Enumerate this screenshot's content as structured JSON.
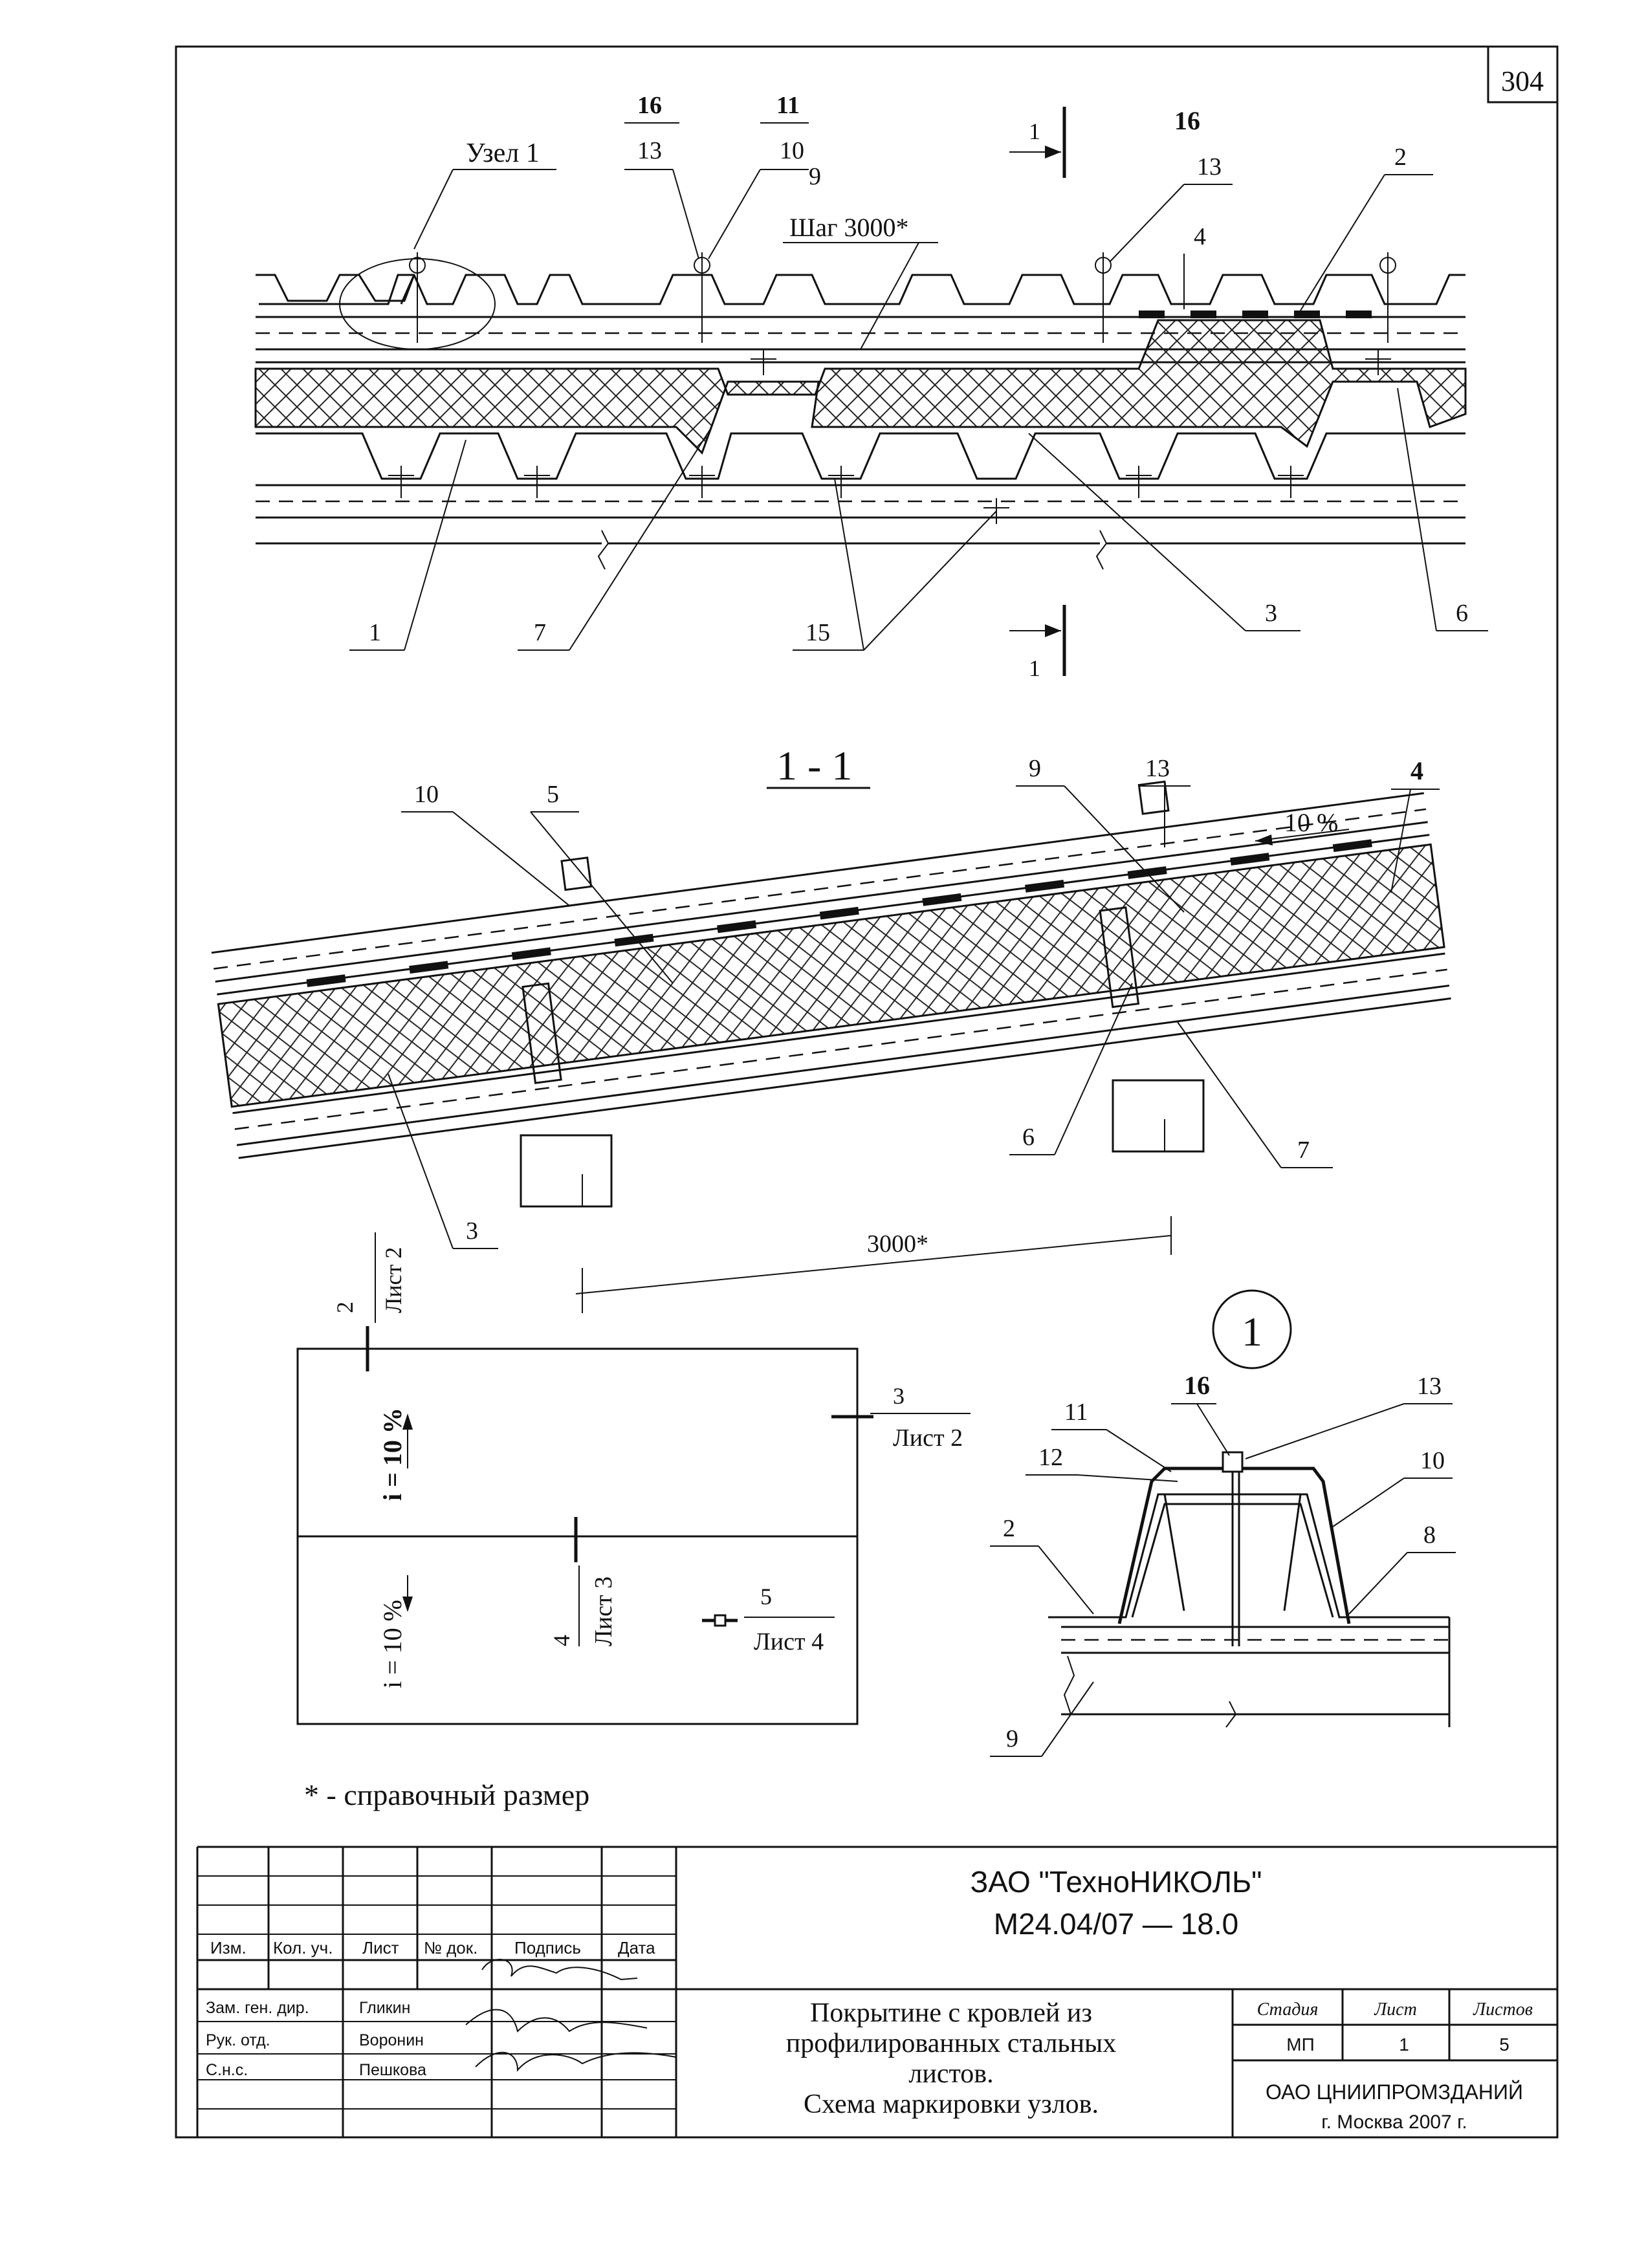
{
  "sheet_number": "304",
  "plan": {
    "node_label": "Узел 1",
    "pitch_label": "Шаг 3000*",
    "section_marker": "1",
    "callouts": [
      "16",
      "11",
      "13",
      "10",
      "9",
      "16",
      "13",
      "2",
      "4",
      "1",
      "7",
      "15",
      "3",
      "6"
    ]
  },
  "section": {
    "title": "1 - 1",
    "slope": "10 %",
    "dimension": "3000*",
    "callouts": [
      "10",
      "5",
      "9",
      "13",
      "4",
      "3",
      "6",
      "7"
    ]
  },
  "scheme": {
    "marker_2": {
      "num": "2",
      "sheet": "Лист 2"
    },
    "marker_3": {
      "num": "3",
      "sheet": "Лист 2"
    },
    "marker_4": {
      "num": "4",
      "sheet": "Лист 3"
    },
    "marker_5": {
      "num": "5",
      "sheet": "Лист 4"
    },
    "slope_top": "i = 10 %",
    "slope_bottom": "i = 10 %"
  },
  "node": {
    "circle_label": "1",
    "callouts": [
      "11",
      "16",
      "13",
      "12",
      "10",
      "2",
      "8",
      "9"
    ]
  },
  "footnote": "* - справочный размер",
  "title_block": {
    "company": "ЗАО \"ТехноНИКОЛЬ\"",
    "code": "М24.04/07  —  18.0",
    "headers": [
      "Изм.",
      "Кол. уч.",
      "Лист",
      "№ док.",
      "Подпись",
      "Дата"
    ],
    "staff": [
      {
        "role": "Зам. ген. дир.",
        "name": "Гликин"
      },
      {
        "role": "Рук. отд.",
        "name": "Воронин"
      },
      {
        "role": "С.н.с.",
        "name": "Пешкова"
      }
    ],
    "drawing_title": [
      "Покрытине с кровлей из",
      "профилированных стальных",
      "листов.",
      "Схема маркировки узлов."
    ],
    "stage_header": "Стадия",
    "sheet_header": "Лист",
    "sheets_header": "Листов",
    "stage": "МП",
    "sheet": "1",
    "sheets": "5",
    "org": "ОАО ЦНИИПРОМЗДАНИЙ",
    "city": "г. Москва 2007 г."
  }
}
